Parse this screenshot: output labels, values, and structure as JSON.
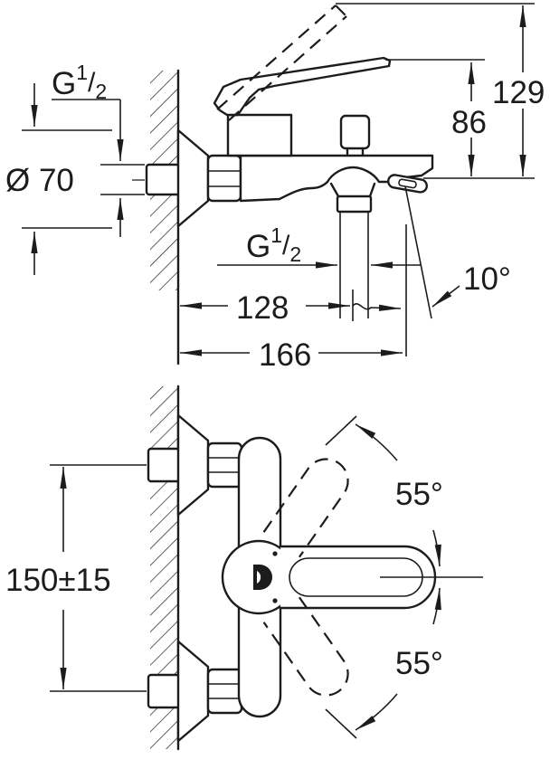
{
  "drawing": {
    "colors": {
      "ink": "#1c1c1c",
      "paper": "#ffffff"
    },
    "top_view": {
      "g_supply": {
        "base": "G",
        "sup": "1",
        "slash": "/",
        "sub": "2"
      },
      "dia70": "Ø 70",
      "h86": "86",
      "h129": "129",
      "g_shower": {
        "base": "G",
        "sup": "1",
        "slash": "/",
        "sub": "2"
      },
      "ang10": "10°",
      "w128": "128",
      "w166": "166"
    },
    "front_view": {
      "spacing": "150±15",
      "swing_up": "55°",
      "swing_down": "55°"
    }
  }
}
